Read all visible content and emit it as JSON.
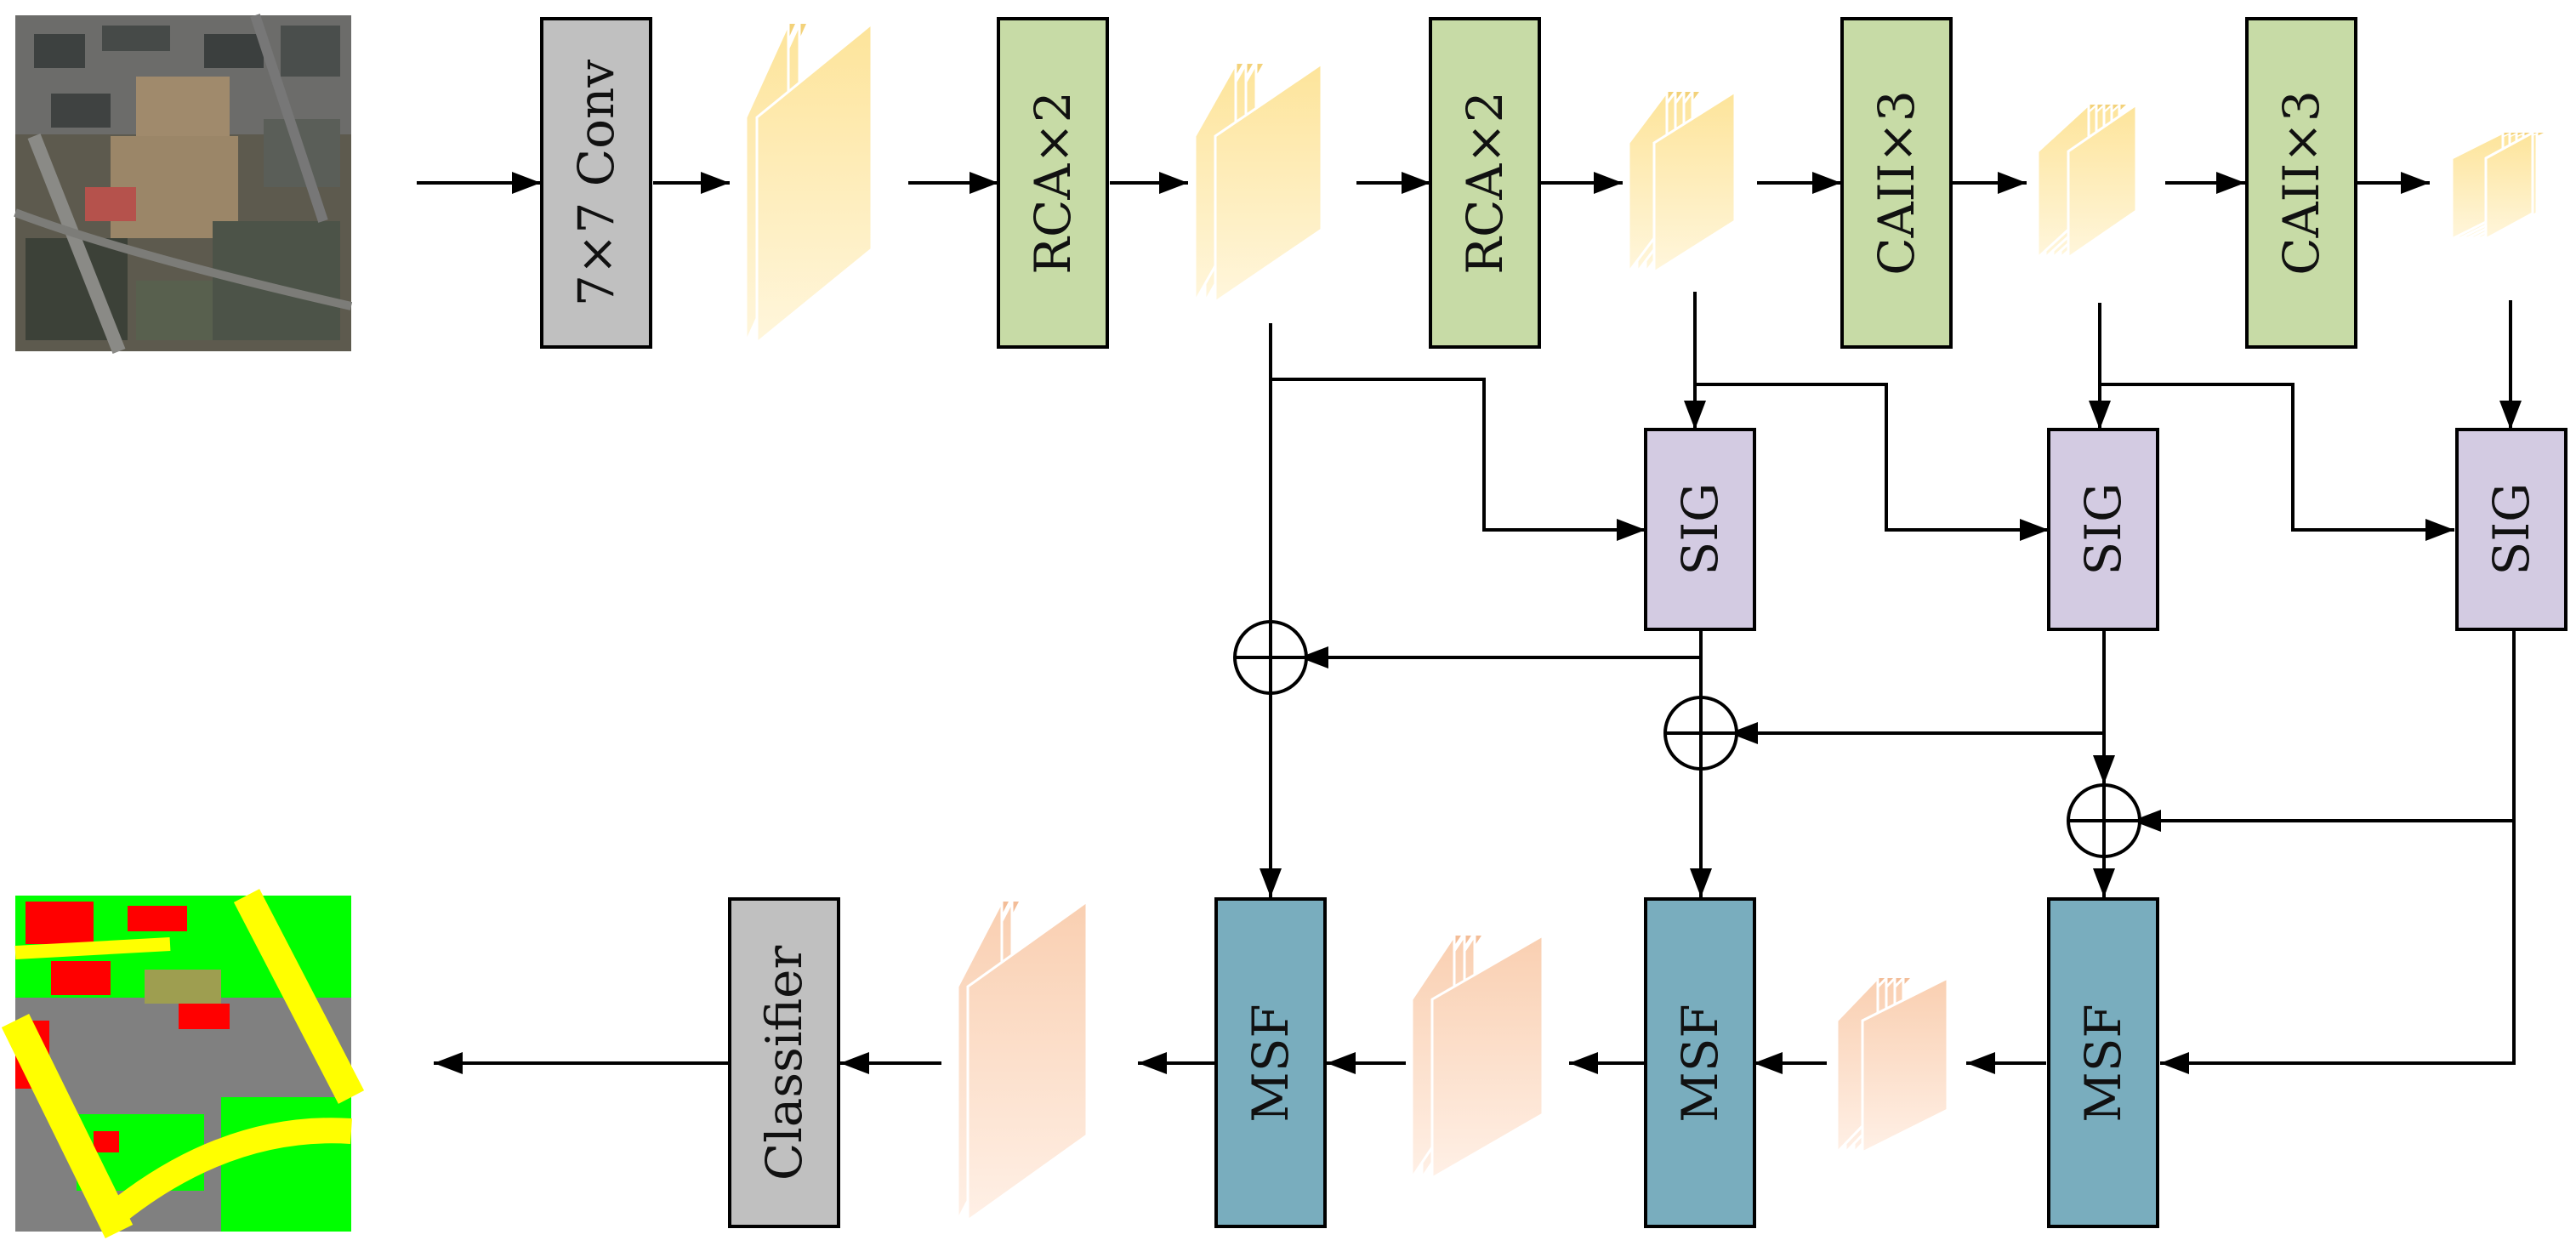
{
  "labels": {
    "conv": "7×7 Conv",
    "rca1": "RCA×2",
    "rca2": "RCA×2",
    "caii1": "CAII×3",
    "caii2": "CAII×3",
    "sig1": "SIG",
    "sig2": "SIG",
    "sig3": "SIG",
    "msf1": "MSF",
    "msf2": "MSF",
    "msf3": "MSF",
    "classifier": "Classifier"
  },
  "colors": {
    "conv_block": "#c0c0c0",
    "rca_caii_block": "#c7dba6",
    "sig_block": "#d3cbe2",
    "msf_block": "#79adbe",
    "classifier_block": "#c0c0c0",
    "encoder_feature": "#fde7a4",
    "decoder_feature": "#fbd6bd",
    "seg_impervious": "#808080",
    "seg_vegetation": "#00ff00",
    "seg_road": "#ffff00",
    "seg_building": "#ff0000",
    "seg_other": "#9e9e50"
  }
}
